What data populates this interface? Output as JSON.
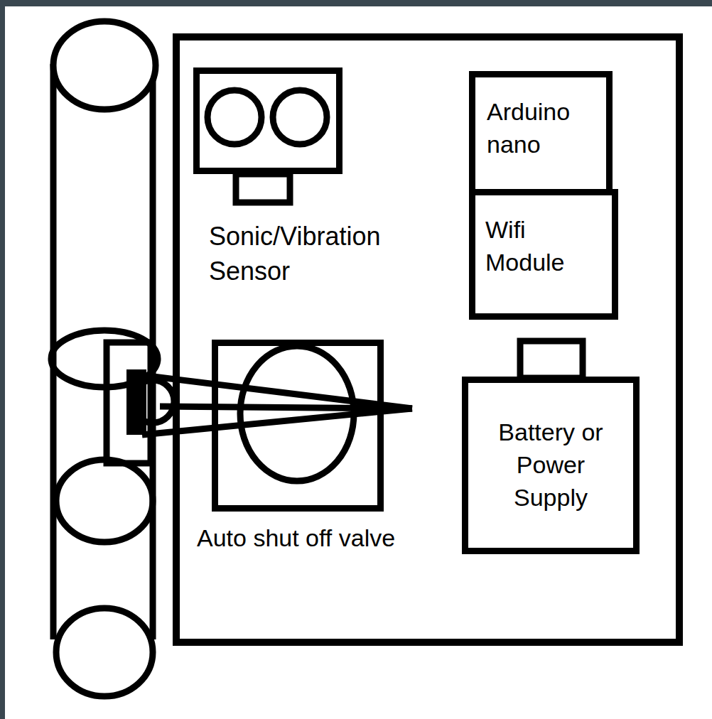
{
  "diagram": {
    "nodes": [
      {
        "text": [
          "Sonic/Vibration Sensor"
        ]
      },
      {
        "text": [
          "Arduino nano"
        ]
      },
      {
        "text": [
          "Wifi Module"
        ]
      },
      {
        "text": [
          "Auto shut off valve"
        ]
      },
      {
        "text": [
          "Battery or Power Supply"
        ]
      }
    ]
  }
}
